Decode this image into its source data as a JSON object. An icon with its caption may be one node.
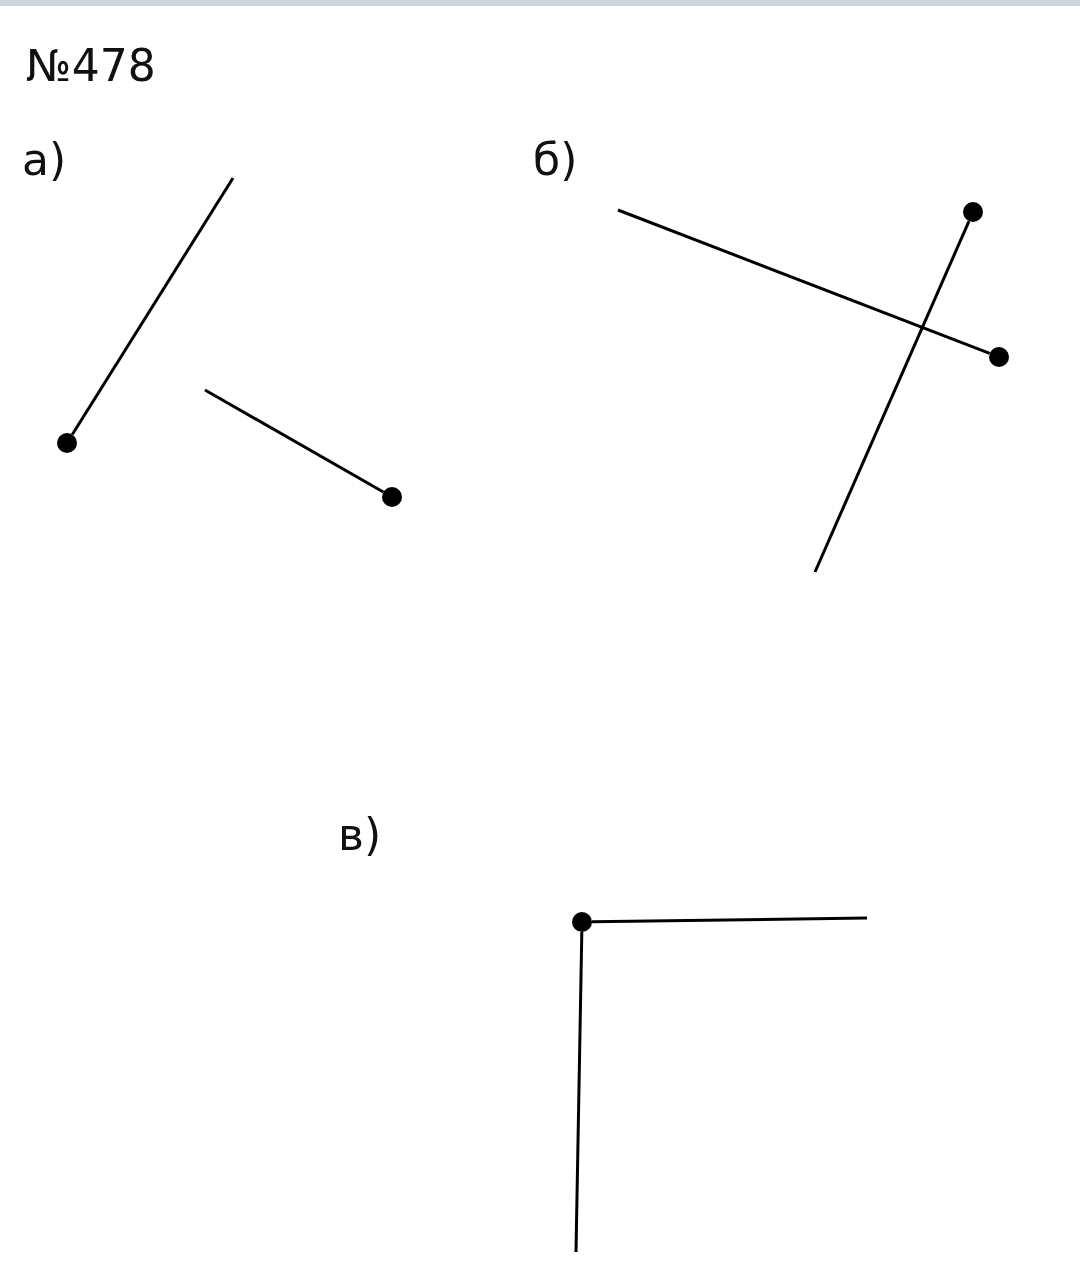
{
  "diagram": {
    "title": "№478",
    "nodes": [
      {
        "text": [],
        "shape": "circle"
      },
      {
        "text": [],
        "shape": "circle"
      },
      {
        "text": [],
        "shape": "circle"
      },
      {
        "text": [],
        "shape": "circle"
      },
      {
        "text": [],
        "shape": "circle"
      }
    ],
    "edges": [
      {
        "from": 0,
        "to": null,
        "arrow": "none"
      },
      {
        "from": 1,
        "to": null,
        "arrow": "none"
      },
      {
        "from": 2,
        "to": null,
        "arrow": "none"
      },
      {
        "from": 3,
        "to": null,
        "arrow": "none"
      },
      {
        "from": 4,
        "to": null,
        "arrow": "none"
      },
      {
        "from": 4,
        "to": null,
        "arrow": "none"
      }
    ],
    "labels": [
      "а)",
      "б)",
      "в)"
    ]
  }
}
